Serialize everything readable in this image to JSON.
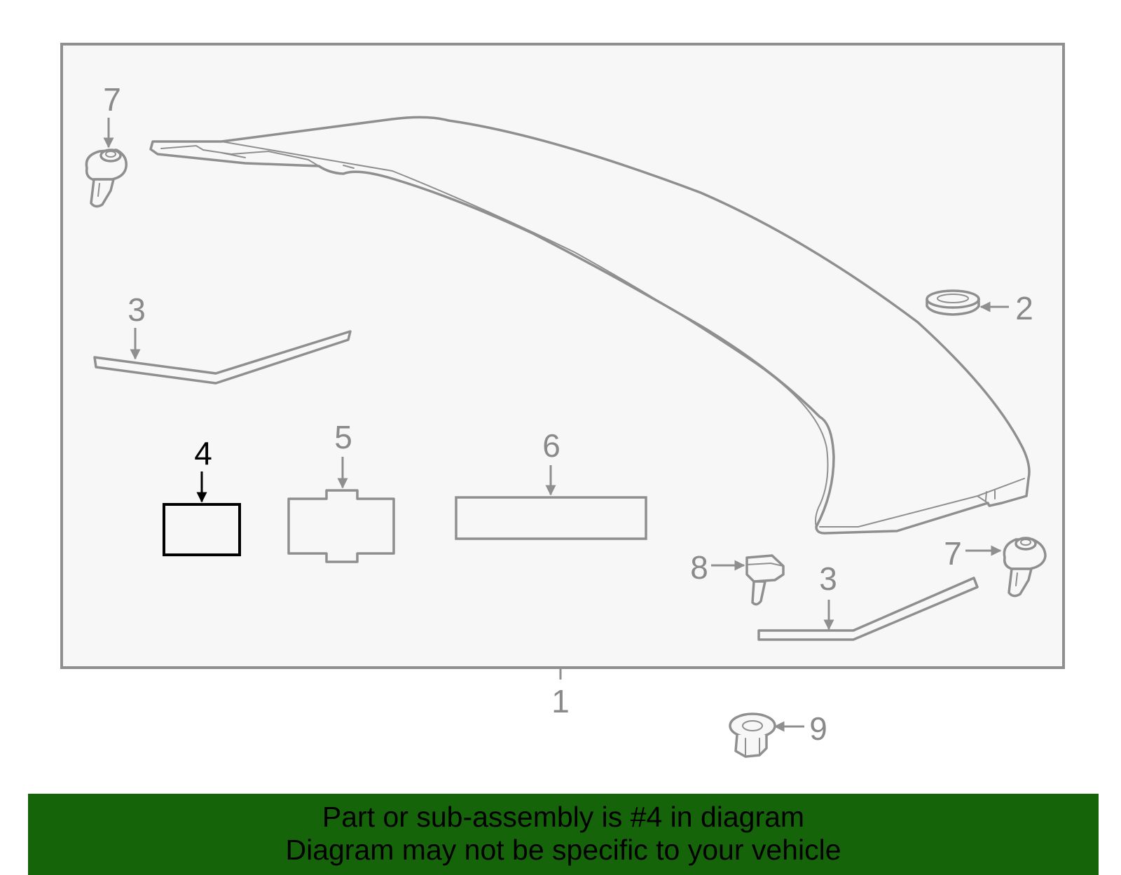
{
  "callouts": {
    "c1": "1",
    "c2": "2",
    "c3_left": "3",
    "c3_right": "3",
    "c4": "4",
    "c5": "5",
    "c6": "6",
    "c7_left": "7",
    "c7_right": "7",
    "c8": "8",
    "c9": "9"
  },
  "highlighted_part": "4",
  "colors": {
    "panel_bg": "#f7f7f7",
    "part_stroke": "#8f8f8f",
    "highlight": "#000000",
    "banner_bg": "#156409"
  },
  "banner": {
    "line1": "Part or sub-assembly is #4 in diagram",
    "line2": "Diagram may not be specific to your vehicle"
  }
}
